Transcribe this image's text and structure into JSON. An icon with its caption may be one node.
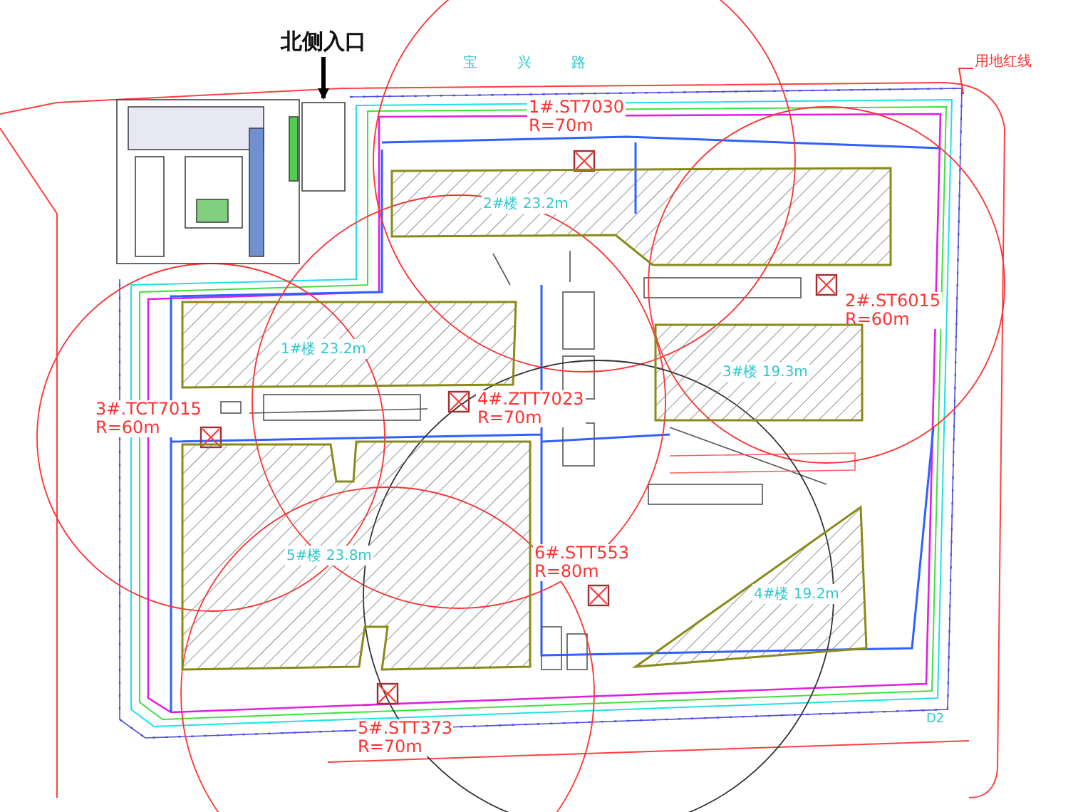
{
  "diagram": {
    "nodes": [
      {
        "text": [
          "北侧入口"
        ]
      },
      {
        "text": [
          "用地红线"
        ]
      },
      {
        "text": [],
        "shape": "box",
        "beside": [
          "1#.ST7030 R=70m"
        ]
      },
      {
        "text": [
          "2#楼 23.2m"
        ]
      },
      {
        "text": [],
        "shape": "box",
        "beside": [
          "2#.ST6015 R=60m"
        ]
      },
      {
        "text": [
          "1#楼 23.2m"
        ]
      },
      {
        "text": [
          "3#楼 19.3m"
        ]
      },
      {
        "text": [],
        "shape": "box",
        "beside": [
          "4#.ZTT7023 R=70m"
        ]
      },
      {
        "text": [],
        "shape": "box",
        "beside": [
          "3#.TCT7015 R=60m"
        ]
      },
      {
        "text": [
          "5#楼 23.8m"
        ]
      },
      {
        "text": [],
        "shape": "box",
        "beside": [
          "6#.STT553 R=80m"
        ]
      },
      {
        "text": [
          "4#楼 19.2m"
        ]
      },
      {
        "text": [],
        "shape": "box",
        "beside": [
          "5#.STT373 R=70m"
        ]
      },
      {
        "text": [],
        "shape": "picture"
      }
    ],
    "edges": [
      {
        "from": 0,
        "to": 13,
        "arrow": "to",
        "style": "thick"
      },
      {
        "from": 1,
        "to": null,
        "arrow": "none",
        "color": "#ff3030"
      }
    ],
    "labels": [
      "宝兴路",
      "D2"
    ]
  }
}
